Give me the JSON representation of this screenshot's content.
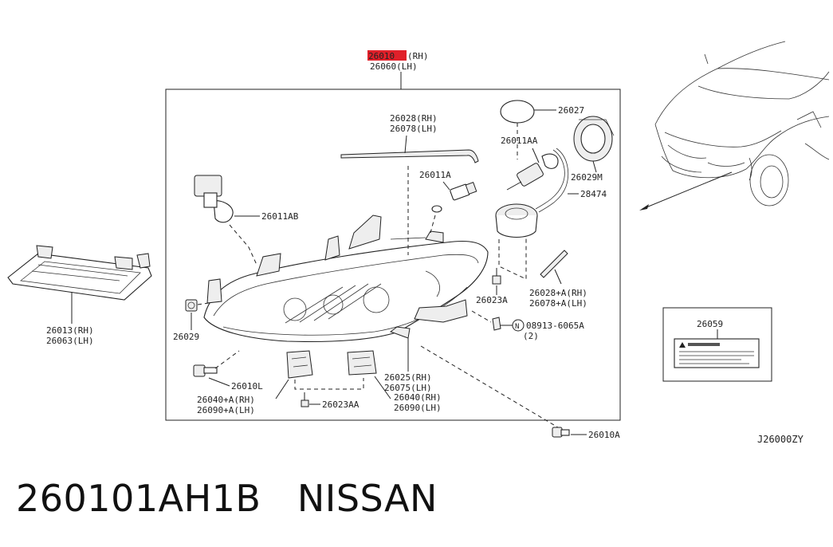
{
  "labels": {
    "top_rh": "26010",
    "top_rh_suffix": "(RH)",
    "top_lh": "26060(LH)",
    "p26027": "26027",
    "p26028_rh": "26028(RH)",
    "p26028_lh": "26078(LH)",
    "p26011aa": "26011AA",
    "p26029m": "26029M",
    "p26011a": "26011A",
    "p28474": "28474",
    "p26011ab": "26011AB",
    "p26023a": "26023A",
    "p26028a_rh": "26028+A(RH)",
    "p26028a_lh": "26078+A(LH)",
    "p26013_rh": "26013(RH)",
    "p26013_lh": "26063(LH)",
    "p26029": "26029",
    "p08913_circle": "N",
    "p08913": "08913-6065A",
    "p08913_qty": "(2)",
    "p26059": "26059",
    "p26025_rh": "26025(RH)",
    "p26025_lh": "26075(LH)",
    "p26010l": "26010L",
    "p26040a_rh": "26040+A(RH)",
    "p26040a_lh": "26090+A(LH)",
    "p26023aa": "26023AA",
    "p26040_rh": "26040(RH)",
    "p26040_lh": "26090(LH)",
    "p26010a": "26010A",
    "diagram_code": "J26000ZY"
  },
  "caption": {
    "part_number": "260101AH1B",
    "brand": "NISSAN"
  },
  "colors": {
    "highlight": "#e0202a",
    "line": "#222222"
  }
}
